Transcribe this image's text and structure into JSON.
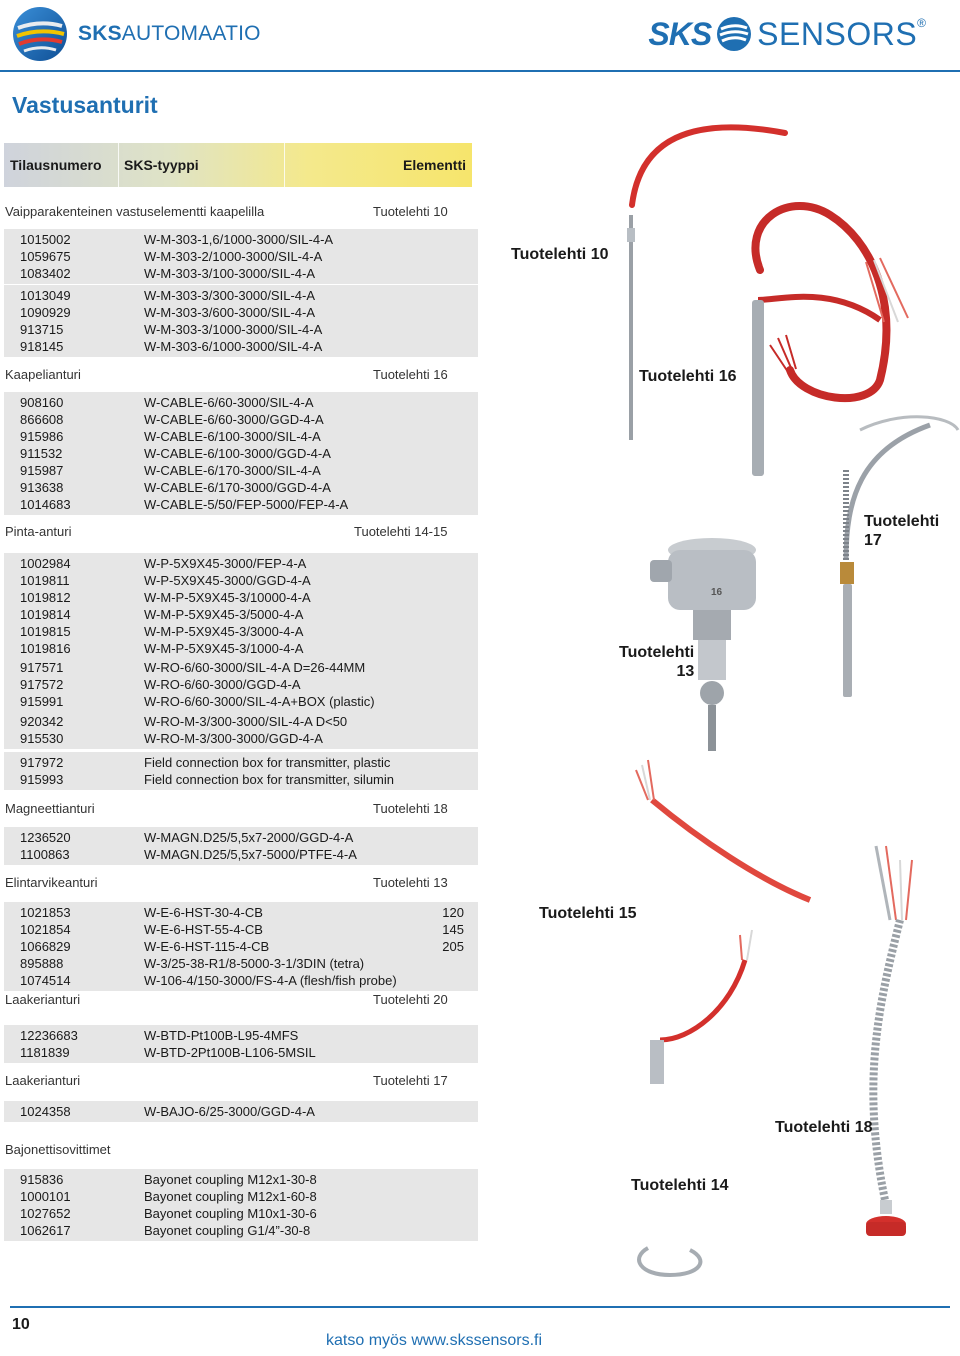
{
  "header": {
    "left_brand_bold": "SKS",
    "left_brand_rest": "AUTOMAATIO",
    "right_brand_a": "SKS",
    "right_brand_b": "SENSORS",
    "right_brand_reg": "®"
  },
  "title": "Vastusanturit",
  "columns": {
    "order_no": "Tilausnumero",
    "type": "SKS-tyyppi",
    "element": "Elementti"
  },
  "sections": [
    {
      "title": "Vaipparakenteinen vastuselementti kaapelilla",
      "ref": "Tuotelehti 10",
      "groups": [
        [
          {
            "num": "1015002",
            "type": "W-M-303-1,6/1000-3000/SIL-4-A"
          },
          {
            "num": "1059675",
            "type": "W-M-303-2/1000-3000/SIL-4-A"
          },
          {
            "num": "1083402",
            "type": "W-M-303-3/100-3000/SIL-4-A"
          }
        ],
        [
          {
            "num": "1013049",
            "type": "W-M-303-3/300-3000/SIL-4-A"
          },
          {
            "num": "1090929",
            "type": "W-M-303-3/600-3000/SIL-4-A"
          },
          {
            "num": "913715",
            "type": "W-M-303-3/1000-3000/SIL-4-A"
          },
          {
            "num": "918145",
            "type": "W-M-303-6/1000-3000/SIL-4-A"
          }
        ]
      ]
    },
    {
      "title": "Kaapelianturi",
      "ref": "Tuotelehti 16",
      "groups": [
        [
          {
            "num": "908160",
            "type": "W-CABLE-6/60-3000/SIL-4-A"
          },
          {
            "num": "866608",
            "type": "W-CABLE-6/60-3000/GGD-4-A"
          },
          {
            "num": "915986",
            "type": "W-CABLE-6/100-3000/SIL-4-A"
          },
          {
            "num": "911532",
            "type": "W-CABLE-6/100-3000/GGD-4-A"
          },
          {
            "num": "915987",
            "type": "W-CABLE-6/170-3000/SIL-4-A"
          },
          {
            "num": "913638",
            "type": "W-CABLE-6/170-3000/GGD-4-A"
          },
          {
            "num": "1014683",
            "type": "W-CABLE-5/50/FEP-5000/FEP-4-A"
          }
        ]
      ]
    },
    {
      "title": "Pinta-anturi",
      "ref": "Tuotelehti 14-15",
      "groups": [
        [
          {
            "num": "1002984",
            "type": "W-P-5X9X45-3000/FEP-4-A"
          },
          {
            "num": "1019811",
            "type": "W-P-5X9X45-3000/GGD-4-A"
          },
          {
            "num": "1019812",
            "type": "W-M-P-5X9X45-3/10000-4-A"
          },
          {
            "num": "1019814",
            "type": "W-M-P-5X9X45-3/5000-4-A"
          },
          {
            "num": "1019815",
            "type": "W-M-P-5X9X45-3/3000-4-A"
          },
          {
            "num": "1019816",
            "type": "W-M-P-5X9X45-3/1000-4-A"
          }
        ],
        [
          {
            "num": "917571",
            "type": "W-RO-6/60-3000/SIL-4-A D=26-44MM"
          },
          {
            "num": "917572",
            "type": "W-RO-6/60-3000/GGD-4-A"
          },
          {
            "num": "915991",
            "type": "W-RO-6/60-3000/SIL-4-A+BOX (plastic)"
          }
        ],
        [
          {
            "num": "920342",
            "type": "W-RO-M-3/300-3000/SIL-4-A D<50"
          },
          {
            "num": "915530",
            "type": "W-RO-M-3/300-3000/GGD-4-A"
          }
        ],
        [
          {
            "num": "917972",
            "type": "Field connection box for transmitter, plastic"
          },
          {
            "num": "915993",
            "type": "Field connection box for transmitter, silumin"
          }
        ]
      ]
    },
    {
      "title": "Magneettianturi",
      "ref": "Tuotelehti 18",
      "groups": [
        [
          {
            "num": "1236520",
            "type": "W-MAGN.D25/5,5x7-2000/GGD-4-A"
          },
          {
            "num": "1100863",
            "type": "W-MAGN.D25/5,5x7-5000/PTFE-4-A"
          }
        ]
      ]
    },
    {
      "title": "Elintarvikeanturi",
      "ref": "Tuotelehti 13",
      "groups": [
        [
          {
            "num": "1021853",
            "type": "W-E-6-HST-30-4-CB",
            "val": "120"
          },
          {
            "num": "1021854",
            "type": "W-E-6-HST-55-4-CB",
            "val": "145"
          },
          {
            "num": "1066829",
            "type": "W-E-6-HST-115-4-CB",
            "val": "205"
          },
          {
            "num": "895888",
            "type": "W-3/25-38-R1/8-5000-3-1/3DIN (tetra)"
          },
          {
            "num": "1074514",
            "type": "W-106-4/150-3000/FS-4-A (flesh/fish probe)"
          }
        ]
      ]
    },
    {
      "title": "Laakerianturi",
      "ref": "Tuotelehti 20",
      "groups": [
        [
          {
            "num": "12236683",
            "type": "W-BTD-Pt100B-L95-4MFS"
          },
          {
            "num": "1181839",
            "type": "W-BTD-2Pt100B-L106-5MSIL"
          }
        ]
      ]
    },
    {
      "title": "Laakerianturi",
      "ref": "Tuotelehti 17",
      "groups": [
        [
          {
            "num": "1024358",
            "type": "W-BAJO-6/25-3000/GGD-4-A"
          }
        ]
      ]
    },
    {
      "title": "Bajonettisovittimet",
      "ref": "",
      "groups": [
        [
          {
            "num": "915836",
            "type": "Bayonet coupling M12x1-30-8"
          },
          {
            "num": "1000101",
            "type": "Bayonet coupling M12x1-60-8"
          },
          {
            "num": "1027652",
            "type": "Bayonet coupling M10x1-30-6"
          },
          {
            "num": "1062617",
            "type": "Bayonet coupling G1/4”-30-8"
          }
        ]
      ]
    }
  ],
  "images": {
    "ref_10": "Tuotelehti 10",
    "ref_16": "Tuotelehti 16",
    "ref_17a": "Tuotelehti",
    "ref_17b": "17",
    "ref_13a": "Tuotelehti",
    "ref_13b": "13",
    "ref_15": "Tuotelehti 15",
    "ref_18": "Tuotelehti 18",
    "ref_14": "Tuotelehti 14",
    "head_mark": "16"
  },
  "footer": {
    "page": "10",
    "link": "katso myös www.skssensors.fi"
  },
  "colors": {
    "brand_blue": "#1f6fb2",
    "cable_red": "#d3302c",
    "row_gray": "#e6e6e6"
  }
}
